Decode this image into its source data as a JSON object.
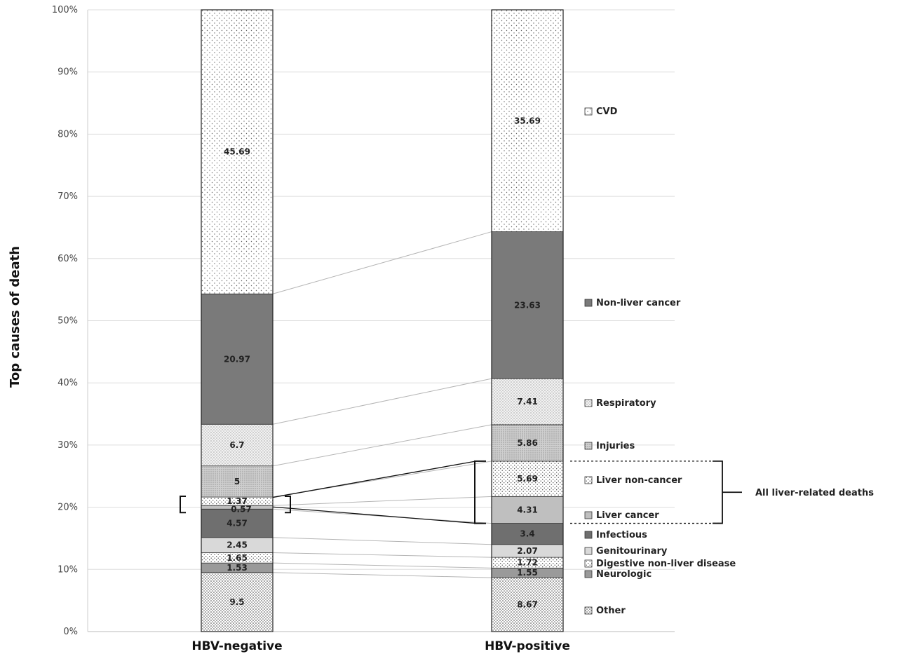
{
  "chart_data": {
    "type": "bar",
    "stacked": true,
    "percent_axis": true,
    "ylabel": "Top causes of death",
    "ylim": [
      0,
      100
    ],
    "yticks": [
      "0%",
      "10%",
      "20%",
      "30%",
      "40%",
      "50%",
      "60%",
      "70%",
      "80%",
      "90%",
      "100%"
    ],
    "grid": true,
    "legend_position": "right",
    "categories": [
      "HBV-negative",
      "HBV-positive"
    ],
    "series": [
      {
        "name": "Other",
        "values": [
          9.5,
          8.67
        ],
        "labels": [
          "9.5",
          "8.67"
        ],
        "fill": "dots-dense",
        "color": "#ffffff"
      },
      {
        "name": "Neurologic",
        "values": [
          1.53,
          1.55
        ],
        "labels": [
          "1.53",
          "1.55"
        ],
        "fill": "solid",
        "color": "#9a9a9a"
      },
      {
        "name": "Digestive non-liver disease",
        "values": [
          1.65,
          1.72
        ],
        "labels": [
          "1.65",
          "1.72"
        ],
        "fill": "dots",
        "color": "#ffffff"
      },
      {
        "name": "Genitourinary",
        "values": [
          2.45,
          2.07
        ],
        "labels": [
          "2.45",
          "2.07"
        ],
        "fill": "solid",
        "color": "#d9d9d9"
      },
      {
        "name": "Infectious",
        "values": [
          4.57,
          3.4
        ],
        "labels": [
          "4.57",
          "3.4"
        ],
        "fill": "solid",
        "color": "#6f6f6f"
      },
      {
        "name": "Liver cancer",
        "values": [
          0.57,
          4.31
        ],
        "labels": [
          "0.57",
          "4.31"
        ],
        "fill": "solid",
        "color": "#bfbfbf"
      },
      {
        "name": "Liver non-cancer",
        "values": [
          1.37,
          5.69
        ],
        "labels": [
          "1.37",
          "5.69"
        ],
        "fill": "dots",
        "color": "#ffffff"
      },
      {
        "name": "Injuries",
        "values": [
          5,
          5.86
        ],
        "labels": [
          "5",
          "5.86"
        ],
        "fill": "dots-gray",
        "color": "#d0d0d0"
      },
      {
        "name": "Respiratory",
        "values": [
          6.7,
          7.41
        ],
        "labels": [
          "6.7",
          "7.41"
        ],
        "fill": "dots-light",
        "color": "#eeeeee"
      },
      {
        "name": "Non-liver cancer",
        "values": [
          20.97,
          23.63
        ],
        "labels": [
          "20.97",
          "23.63"
        ],
        "fill": "solid",
        "color": "#7a7a7a"
      },
      {
        "name": "CVD",
        "values": [
          45.69,
          35.69
        ],
        "labels": [
          "45.69",
          "35.69"
        ],
        "fill": "dots-sparse",
        "color": "#ffffff"
      }
    ],
    "annotations": [
      {
        "text": "All liver-related deaths",
        "type": "bracket",
        "covers": [
          "Liver cancer",
          "Liver non-cancer"
        ],
        "category": "HBV-positive"
      }
    ]
  }
}
